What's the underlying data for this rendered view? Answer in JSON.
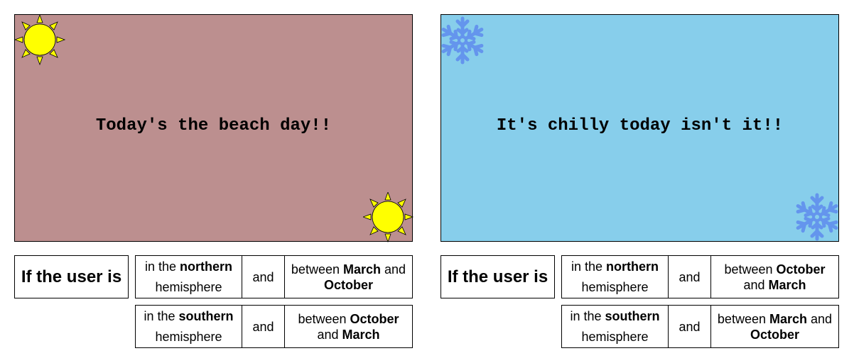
{
  "colors": {
    "beach_bg": "#bc8f8f",
    "chilly_bg": "#87ceeb",
    "sun": "#ffff00",
    "snowflake": "#6495ed"
  },
  "left": {
    "message": "Today's the beach day!!",
    "icons": [
      "sun-icon",
      "sun-icon"
    ],
    "condition_label": "If the user is",
    "rows": [
      {
        "where_pre": "in the",
        "where_bold": "northern",
        "where_post": "hemisphere",
        "joiner": "and",
        "when_pre": "between",
        "when_bold1": "March",
        "when_mid": "and",
        "when_bold2": "October"
      },
      {
        "where_pre": "in the",
        "where_bold": "southern",
        "where_post": "hemisphere",
        "joiner": "and",
        "when_pre": "between",
        "when_bold1": "October",
        "when_mid": "and",
        "when_bold2": "March"
      }
    ]
  },
  "right": {
    "message": "It's chilly today isn't it!!",
    "icons": [
      "snowflake-icon",
      "snowflake-icon"
    ],
    "condition_label": "If the user is",
    "rows": [
      {
        "where_pre": "in the",
        "where_bold": "northern",
        "where_post": "hemisphere",
        "joiner": "and",
        "when_pre": "between",
        "when_bold1": "October",
        "when_mid": "and",
        "when_bold2": "March"
      },
      {
        "where_pre": "in the",
        "where_bold": "southern",
        "where_post": "hemisphere",
        "joiner": "and",
        "when_pre": "between",
        "when_bold1": "March",
        "when_mid": "and",
        "when_bold2": "October"
      }
    ]
  }
}
